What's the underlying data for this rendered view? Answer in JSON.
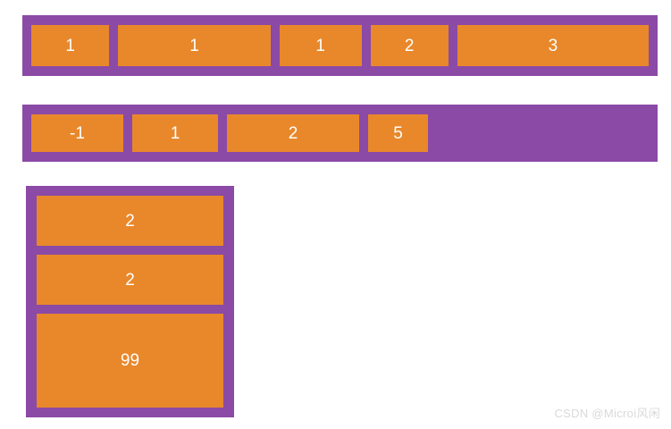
{
  "colors": {
    "container_purple": "#8B4AA5",
    "item_orange": "#E8882B",
    "item_text": "#FFFFFF",
    "page_background": "#FFFFFF",
    "watermark_text": "#D9D9D9"
  },
  "diagram": {
    "type": "flexbox-flex-grow-demo",
    "containers": [
      {
        "id": "container-1",
        "direction": "row",
        "fills_width": true,
        "items": [
          {
            "label": "1",
            "grow": 1
          },
          {
            "label": "1",
            "grow": 1
          },
          {
            "label": "1",
            "grow": 1
          },
          {
            "label": "2",
            "grow": 2
          },
          {
            "label": "3",
            "grow": 3
          }
        ]
      },
      {
        "id": "container-2",
        "direction": "row",
        "fills_width": false,
        "items": [
          {
            "label": "-1",
            "grow": -1
          },
          {
            "label": "1",
            "grow": 1
          },
          {
            "label": "2",
            "grow": 2
          },
          {
            "label": "5",
            "grow": 5
          }
        ]
      },
      {
        "id": "container-3",
        "direction": "column",
        "fills_width": false,
        "items": [
          {
            "label": "2",
            "grow": 2
          },
          {
            "label": "2",
            "grow": 2
          },
          {
            "label": "99",
            "grow": 99
          }
        ]
      }
    ]
  },
  "watermark": {
    "text": "CSDN @Microi风闲"
  }
}
